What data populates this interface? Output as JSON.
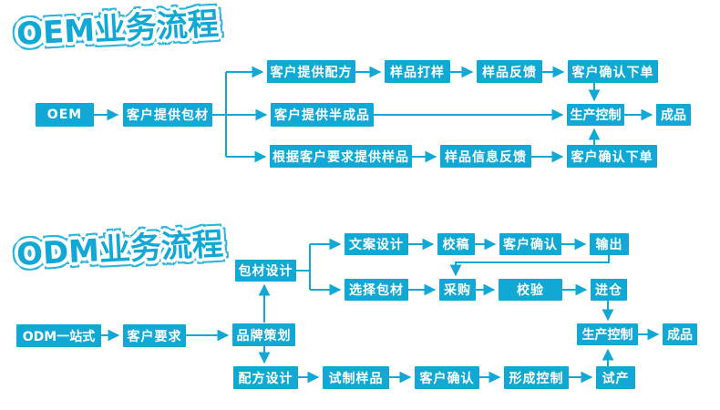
{
  "colors": {
    "accent": "#11a8d5",
    "text_on_accent": "#ffffff",
    "background": "#ffffff"
  },
  "oem": {
    "title": "OEM业务流程",
    "nodes": [
      "OEM",
      "客户提供包材",
      "客户提供配方",
      "样品打样",
      "样品反馈",
      "客户确认下单",
      "客户提供半成品",
      "生产控制",
      "成品",
      "根据客户要求提供样品",
      "样品信息反馈",
      "客户确认下单"
    ],
    "flow": [
      "OEM → 客户提供包材",
      "客户提供包材 → 客户提供配方 → 样品打样 → 样品反馈 → 客户确认下单 → 生产控制",
      "客户提供包材 → 客户提供半成品 → 生产控制",
      "客户提供包材 → 根据客户要求提供样品 → 样品信息反馈 → 客户确认下单 → 生产控制",
      "生产控制 → 成品"
    ]
  },
  "odm": {
    "title": "ODM业务流程",
    "nodes": [
      "ODM一站式",
      "客户要求",
      "品牌策划",
      "包材设计",
      "文案设计",
      "校稿",
      "客户确认",
      "输出",
      "选择包材",
      "采购",
      "校验",
      "进仓",
      "生产控制",
      "成品",
      "配方设计",
      "试制样品",
      "客户确认",
      "形成控制",
      "试产"
    ],
    "flow": [
      "ODM一站式 → 客户要求 → 品牌策划",
      "品牌策划 → 包材设计",
      "包材设计 → 文案设计 → 校稿 → 客户确认 → 输出 → 采购",
      "包材设计 → 选择包材 → 采购 → 校验 → 进仓 → 生产控制",
      "品牌策划 → 配方设计 → 试制样品 → 客户确认 → 形成控制 → 试产 → 生产控制",
      "生产控制 → 成品"
    ]
  }
}
